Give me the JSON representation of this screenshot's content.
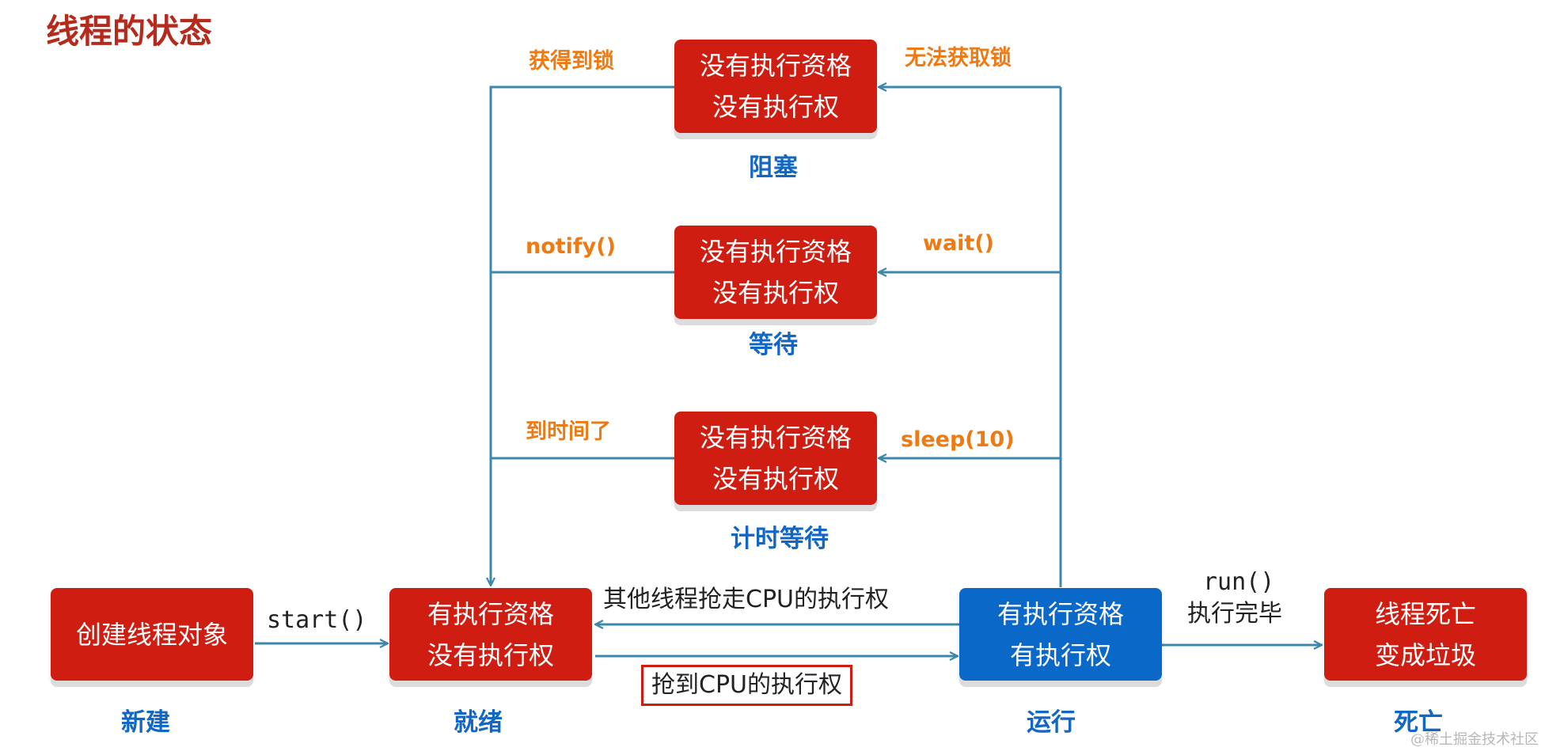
{
  "title": "线程的状态",
  "colors": {
    "title": "#b52a1d",
    "box_red": "#d01d12",
    "box_blue": "#0a68c9",
    "state_label": "#1266c4",
    "condition_label": "#ee7a14",
    "arrow": "#3d87ab"
  },
  "boxes": {
    "new": {
      "line1": "创建线程对象"
    },
    "runnable": {
      "line1": "有执行资格",
      "line2": "没有执行权"
    },
    "running": {
      "line1": "有执行资格",
      "line2": "有执行权"
    },
    "dead": {
      "line1": "线程死亡",
      "line2": "变成垃圾"
    },
    "blocked": {
      "line1": "没有执行资格",
      "line2": "没有执行权"
    },
    "waiting": {
      "line1": "没有执行资格",
      "line2": "没有执行权"
    },
    "timed_waiting": {
      "line1": "没有执行资格",
      "line2": "没有执行权"
    }
  },
  "state_labels": {
    "new": "新建",
    "runnable": "就绪",
    "running": "运行",
    "dead": "死亡",
    "blocked": "阻塞",
    "waiting": "等待",
    "timed_waiting": "计时等待"
  },
  "transitions": {
    "start": "start()",
    "preempted": "其他线程抢走CPU的执行权",
    "got_cpu": "抢到CPU的执行权",
    "run_done_1": "run()",
    "run_done_2": "执行完毕",
    "get_lock": "获得到锁",
    "cannot_get_lock": "无法获取锁",
    "notify": "notify()",
    "wait": "wait()",
    "time_up": "到时间了",
    "sleep": "sleep(10)"
  },
  "watermark": "@稀土掘金技术社区"
}
